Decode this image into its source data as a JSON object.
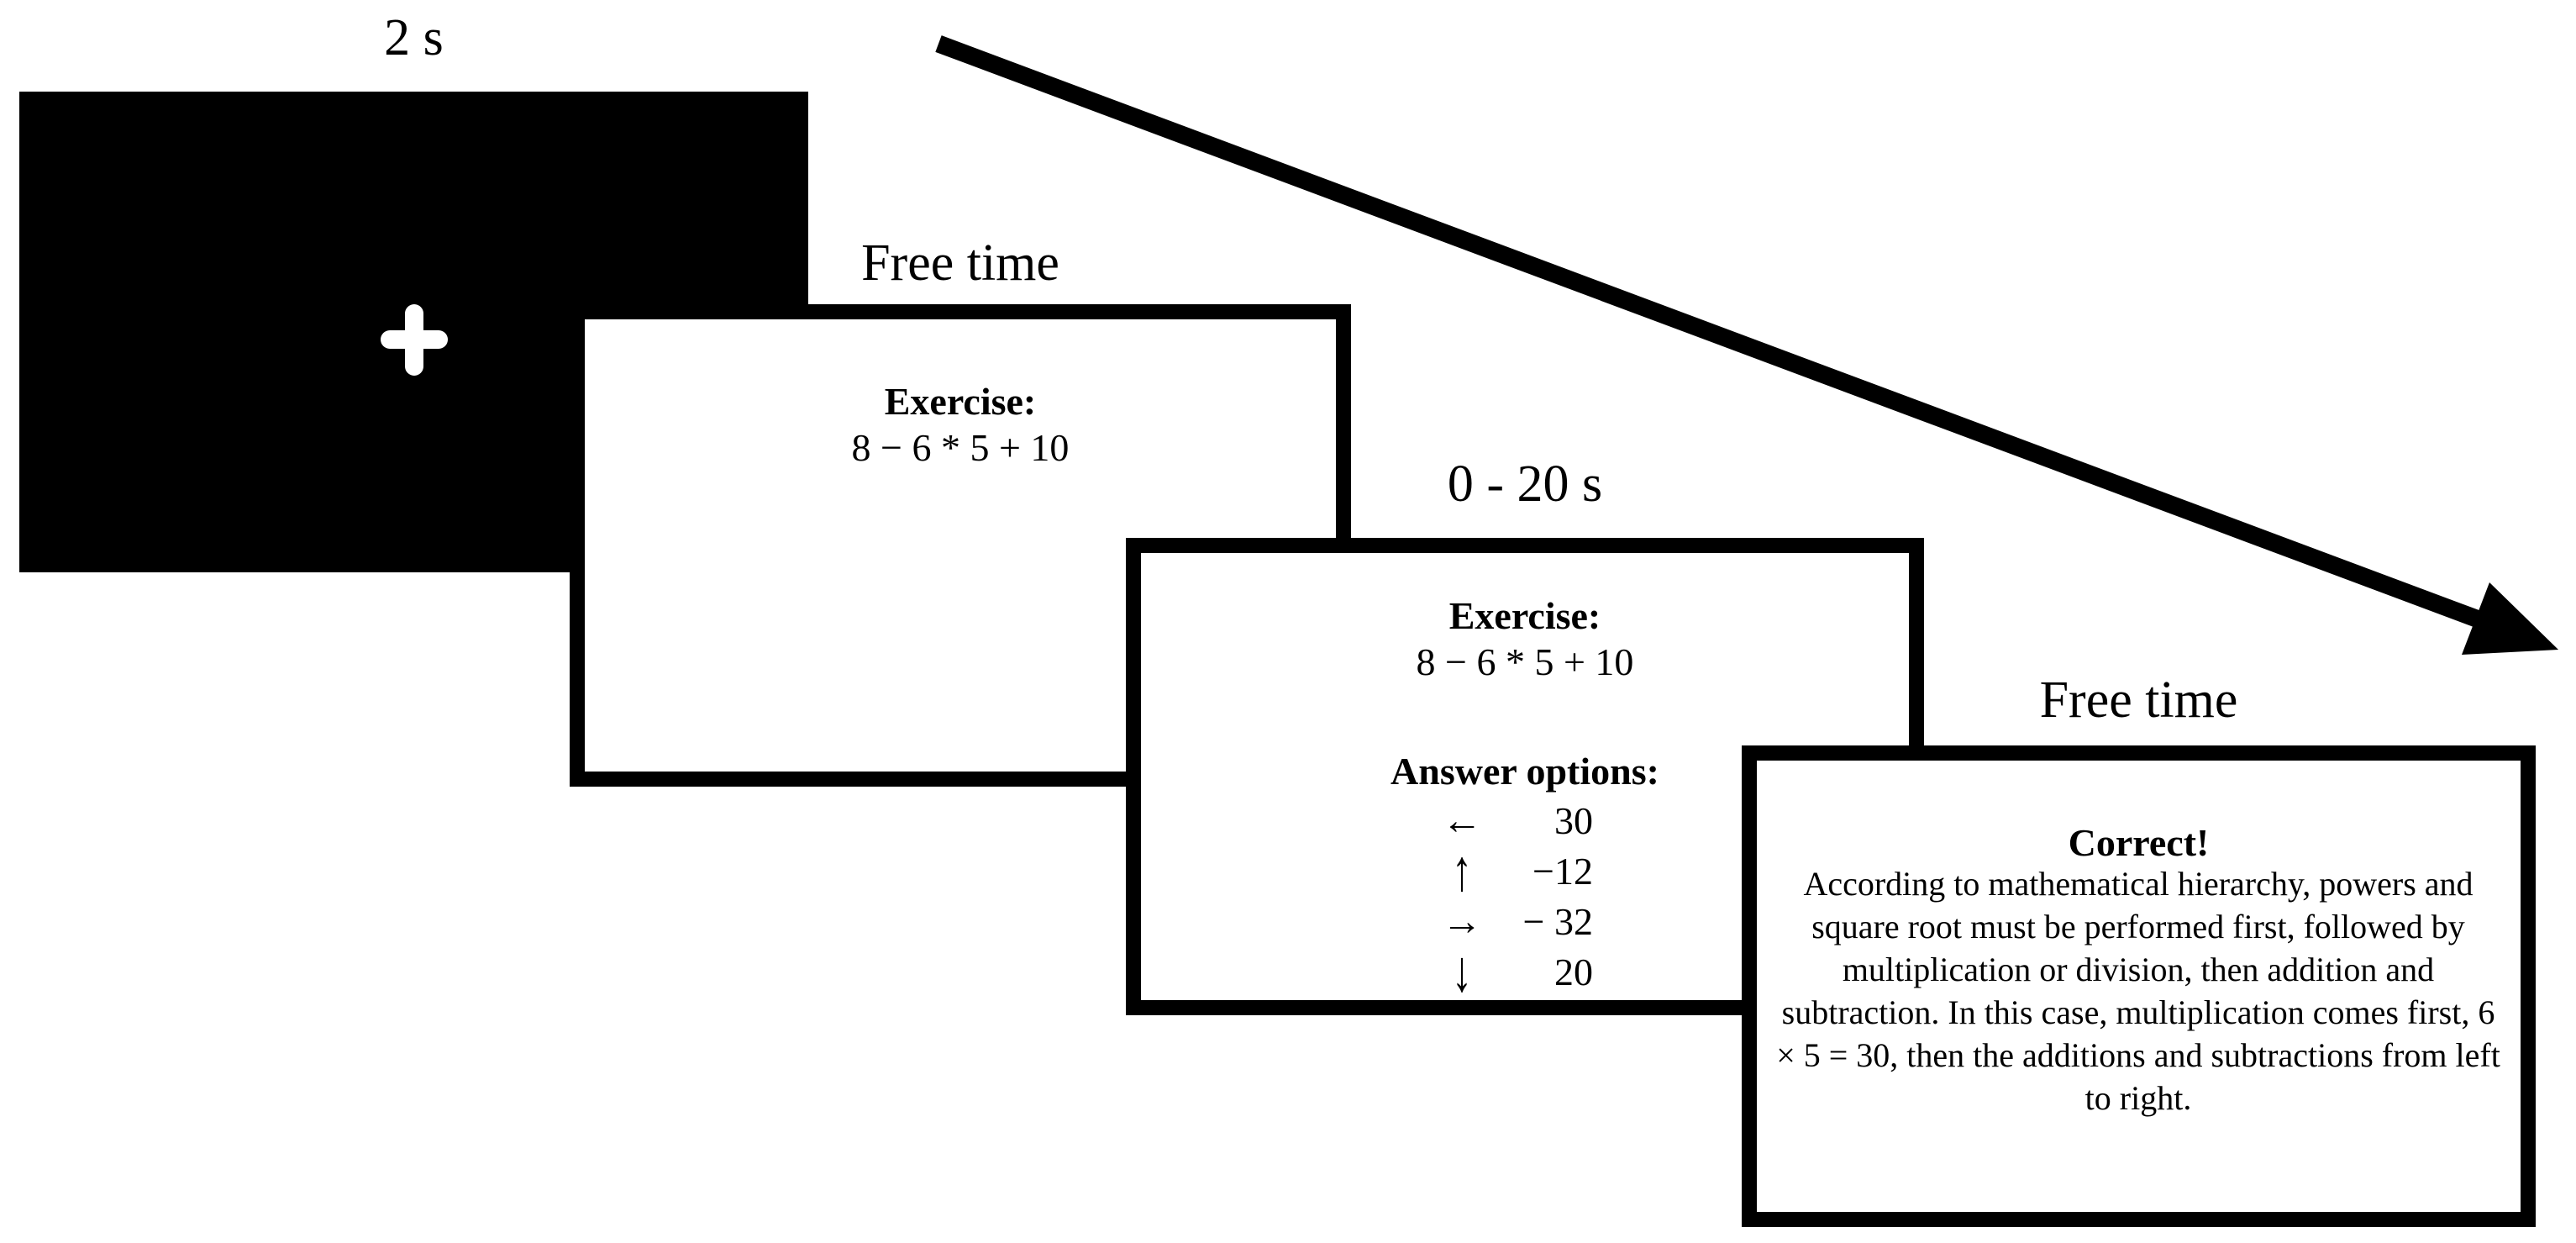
{
  "colors": {
    "bg": "#ffffff",
    "ink": "#000000"
  },
  "timeline": {
    "fixation": {
      "duration_label": "2 s",
      "symbol": "+"
    },
    "exercise": {
      "duration_label": "Free time",
      "heading": "Exercise:",
      "expression": "8 − 6 * 5 + 10"
    },
    "response": {
      "duration_label": "0 - 20 s",
      "heading": "Exercise:",
      "expression": "8 − 6 * 5 + 10",
      "options_heading": "Answer options:",
      "options": [
        {
          "arrow": "←",
          "value": "30"
        },
        {
          "arrow": "↑",
          "value": "−12"
        },
        {
          "arrow": "→",
          "value": "− 32"
        },
        {
          "arrow": "↓",
          "value": "20"
        }
      ]
    },
    "feedback": {
      "duration_label": "Free time",
      "heading": "Correct!",
      "explanation": "According to mathematical hierarchy, powers and square root must be performed first, followed by multiplication or division, then addition and subtraction. In this case, multiplication comes first, 6 × 5 = 30, then the additions and subtractions from left to right."
    }
  }
}
